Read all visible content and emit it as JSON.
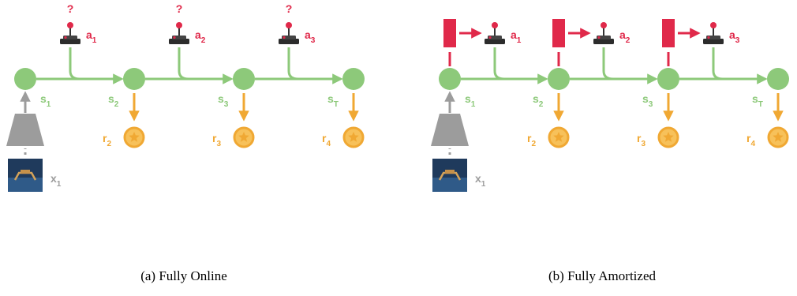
{
  "colors": {
    "state": "#8dc97a",
    "state_stroke": "#8dc97a",
    "arrow_green": "#8dc97a",
    "action": "#e0294a",
    "reward": "#f0a833",
    "encoder": "#9c9c9c",
    "policy_block": "#e0294a",
    "label_gray": "#9c9c9c"
  },
  "panels": [
    {
      "id": "online",
      "caption": "(a) Fully Online",
      "states": [
        "s1",
        "s2",
        "s3",
        "sT"
      ],
      "state_labels": [
        {
          "base": "s",
          "sub": "1"
        },
        {
          "base": "s",
          "sub": "2"
        },
        {
          "base": "s",
          "sub": "3"
        },
        {
          "base": "s",
          "sub": "T"
        }
      ],
      "actions": [
        {
          "base": "a",
          "sub": "1",
          "marker": "?"
        },
        {
          "base": "a",
          "sub": "2",
          "marker": "?"
        },
        {
          "base": "a",
          "sub": "3",
          "marker": "?"
        }
      ],
      "rewards": [
        {
          "base": "r",
          "sub": "2"
        },
        {
          "base": "r",
          "sub": "3"
        },
        {
          "base": "r",
          "sub": "4"
        }
      ],
      "observation": {
        "base": "x",
        "sub": "1"
      }
    },
    {
      "id": "amortized",
      "caption": "(b) Fully Amortized",
      "states": [
        "s1",
        "s2",
        "s3",
        "sT"
      ],
      "state_labels": [
        {
          "base": "s",
          "sub": "1"
        },
        {
          "base": "s",
          "sub": "2"
        },
        {
          "base": "s",
          "sub": "3"
        },
        {
          "base": "s",
          "sub": "T"
        }
      ],
      "actions": [
        {
          "base": "a",
          "sub": "1"
        },
        {
          "base": "a",
          "sub": "2"
        },
        {
          "base": "a",
          "sub": "3"
        }
      ],
      "rewards": [
        {
          "base": "r",
          "sub": "2"
        },
        {
          "base": "r",
          "sub": "3"
        },
        {
          "base": "r",
          "sub": "4"
        }
      ],
      "observation": {
        "base": "x",
        "sub": "1"
      }
    }
  ],
  "icons": {
    "action": "joystick-icon",
    "reward": "star-icon",
    "observation": "robot-thumbnail",
    "encoder": "encoder-trapezoid",
    "policy": "policy-block"
  }
}
